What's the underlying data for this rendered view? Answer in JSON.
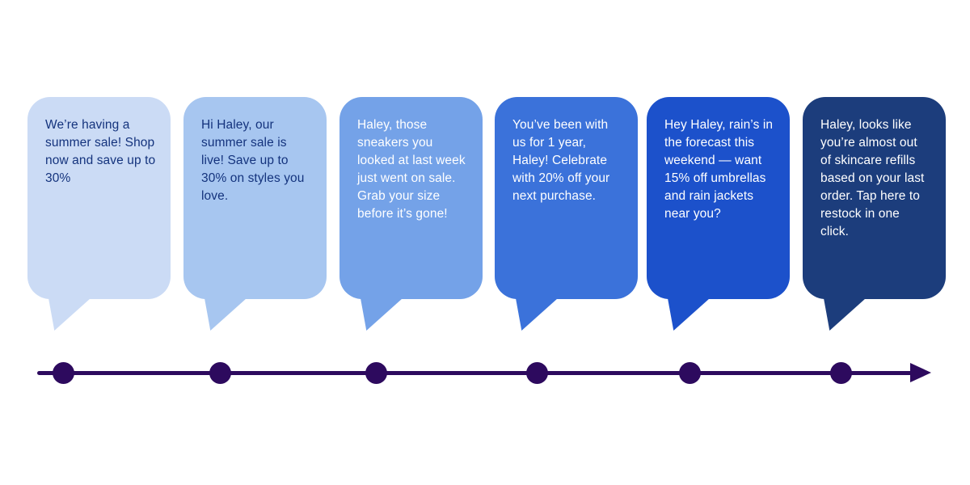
{
  "diagram": {
    "type": "timeline-message-progression",
    "bubbles": [
      {
        "text": "We’re having a summer sale! Shop now and save up to 30%",
        "color": "#cbdbf5",
        "text_color": "#14337d"
      },
      {
        "text": "Hi Haley, our summer sale is live! Save up to 30% on styles you love.",
        "color": "#a7c6f0",
        "text_color": "#14337d"
      },
      {
        "text": "Haley, those sneakers you looked at last week just went on sale. Grab your size before it’s gone!",
        "color": "#74a2e8",
        "text_color": "#ffffff"
      },
      {
        "text": "You’ve been with us for 1 year, Haley! Celebrate with 20% off your next purchase.",
        "color": "#3b72da",
        "text_color": "#ffffff"
      },
      {
        "text": "Hey Haley, rain’s in the forecast this weekend — want 15% off umbrellas and rain jackets near you?",
        "color": "#1c51cb",
        "text_color": "#ffffff"
      },
      {
        "text": "Haley, looks like you’re almost out of skincare refills based on your last order. Tap here to restock in one click.",
        "color": "#1c3d7c",
        "text_color": "#ffffff"
      }
    ],
    "timeline": {
      "line_color": "#2d0a5e",
      "dot_color": "#2d0a5e",
      "dot_count": 6
    }
  }
}
